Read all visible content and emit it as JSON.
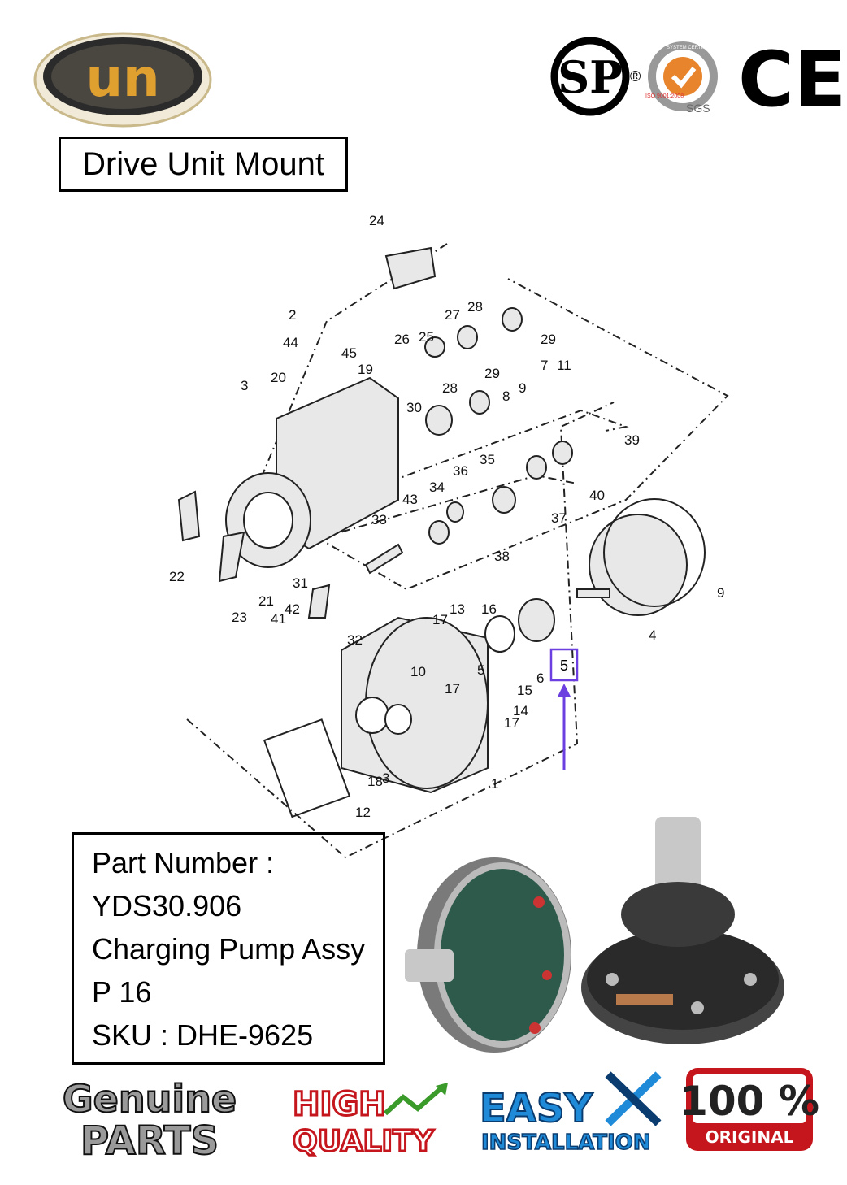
{
  "brand": {
    "logo_text": "un",
    "accent": "#e0a030",
    "ring": "#3a3a3a"
  },
  "certs": {
    "csa": "SP",
    "csa_reg": "®",
    "iso_top": "SYSTEM CERTIFICATION",
    "iso_side": "ISO 9001:2008",
    "sgs": "SGS",
    "ce": "CE"
  },
  "title": "Drive Unit Mount",
  "diagram": {
    "callouts": [
      "24",
      "2",
      "44",
      "45",
      "3",
      "20",
      "19",
      "26",
      "25",
      "27",
      "28",
      "29",
      "28",
      "29",
      "30",
      "8",
      "9",
      "7",
      "11",
      "39",
      "35",
      "36",
      "34",
      "43",
      "40",
      "37",
      "33",
      "38",
      "22",
      "31",
      "23",
      "21",
      "42",
      "41",
      "32",
      "17",
      "13",
      "16",
      "9",
      "4",
      "10",
      "17",
      "6",
      "5",
      "15",
      "17",
      "14",
      "18",
      "3",
      "1",
      "12"
    ]
  },
  "highlight": {
    "label": "5",
    "color": "#6b3fe0"
  },
  "info": {
    "line1": "Part Number :",
    "line2": "YDS30.906",
    "line3": "Charging Pump Assy",
    "line4": "P 16",
    "line5": "SKU : DHE-9625"
  },
  "badges": {
    "genuine": "Genuine",
    "parts": "PARTS",
    "high": "HIGH",
    "quality": "QUALITY",
    "easy": "EASY",
    "installation": "INSTALLATION",
    "pct": "100 %",
    "original": "ORIGINAL"
  }
}
